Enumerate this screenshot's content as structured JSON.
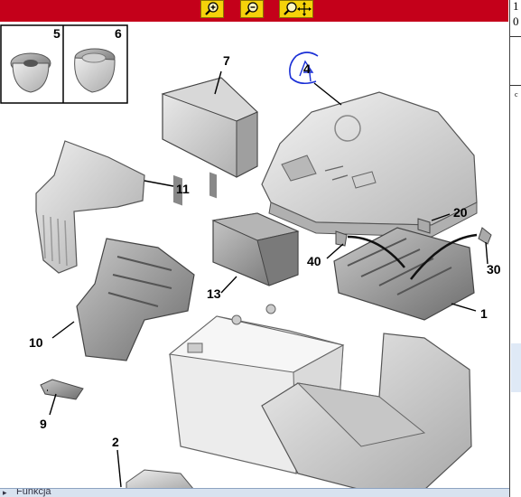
{
  "toolbar": {
    "buttons": [
      {
        "name": "zoom-in-button",
        "icon": "zoom-in-icon"
      },
      {
        "name": "zoom-out-button",
        "icon": "zoom-out-icon"
      },
      {
        "name": "pan-zoom-button",
        "icon": "pan-zoom-icon"
      }
    ],
    "accent_color": "#c4001a",
    "button_color": "#f5d20a"
  },
  "right_panel": {
    "line1": "1",
    "line2": "0"
  },
  "diagram": {
    "inset_labels": [
      "5",
      "6"
    ],
    "handwritten_label": "4",
    "callouts": [
      "7",
      "4",
      "11",
      "20",
      "40",
      "30",
      "13",
      "1",
      "10",
      "9",
      "2"
    ]
  },
  "status": {
    "arrow": "▸",
    "text": "Funkcja"
  }
}
